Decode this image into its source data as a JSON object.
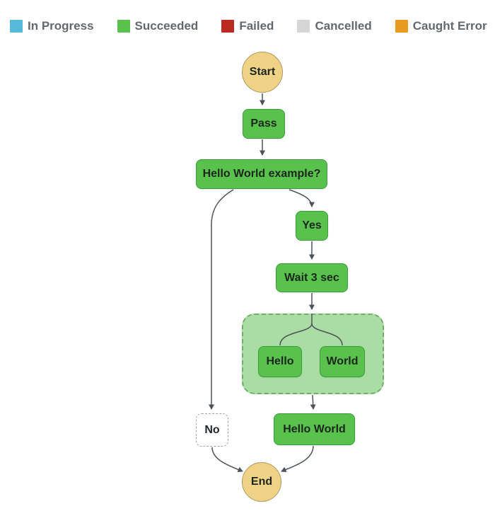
{
  "legend": {
    "items": [
      {
        "label": "In Progress",
        "color": "#56b9da"
      },
      {
        "label": "Succeeded",
        "color": "#58c24d"
      },
      {
        "label": "Failed",
        "color": "#ba2a21"
      },
      {
        "label": "Cancelled",
        "color": "#d6d6d6"
      },
      {
        "label": "Caught Error",
        "color": "#e79a1f"
      }
    ]
  },
  "nodes": {
    "start": {
      "label": "Start",
      "status": "start"
    },
    "pass": {
      "label": "Pass",
      "status": "succeeded"
    },
    "choice": {
      "label": "Hello World example?",
      "status": "succeeded"
    },
    "yes": {
      "label": "Yes",
      "status": "succeeded"
    },
    "no": {
      "label": "No",
      "status": "not-executed"
    },
    "wait": {
      "label": "Wait 3 sec",
      "status": "succeeded"
    },
    "hello": {
      "label": "Hello",
      "status": "succeeded"
    },
    "world": {
      "label": "World",
      "status": "succeeded"
    },
    "hello_world": {
      "label": "Hello World",
      "status": "succeeded"
    },
    "end": {
      "label": "End",
      "status": "end"
    }
  },
  "colors": {
    "in_progress": "#56b9da",
    "succeeded": "#58c24d",
    "failed": "#ba2a21",
    "cancelled": "#d6d6d6",
    "caught_error": "#e79a1f",
    "node_green_fill": "#58c24d",
    "node_green_border": "#3c9c3c",
    "parallel_fill": "#a9dda3",
    "start_end_fill": "#f0d287",
    "edge": "#4c525a"
  }
}
